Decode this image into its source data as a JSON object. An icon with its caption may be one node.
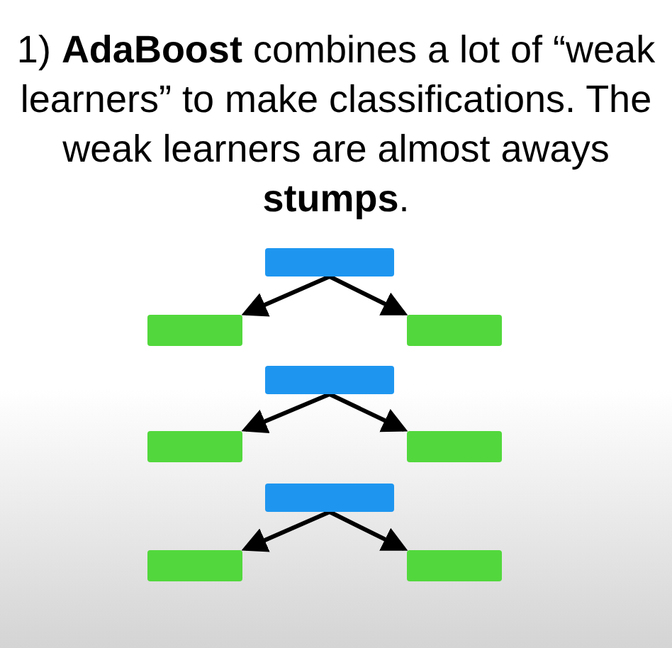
{
  "diagram": {
    "title": "1) **AdaBoost** combines a lot of “weak learners” to make classifications. The weak learners are almost aways **stumps**.",
    "nodes": [
      {
        "text": [],
        "shape": "box"
      },
      {
        "text": [],
        "shape": "box"
      },
      {
        "text": [],
        "shape": "box"
      },
      {
        "text": [],
        "shape": "box"
      },
      {
        "text": [],
        "shape": "box"
      },
      {
        "text": [],
        "shape": "box"
      },
      {
        "text": [],
        "shape": "box"
      },
      {
        "text": [],
        "shape": "box"
      },
      {
        "text": [],
        "shape": "box"
      }
    ],
    "edges": [
      {
        "from": 0,
        "to": 1,
        "arrow": "to"
      },
      {
        "from": 0,
        "to": 2,
        "arrow": "to"
      },
      {
        "from": 3,
        "to": 4,
        "arrow": "to"
      },
      {
        "from": 3,
        "to": 5,
        "arrow": "to"
      },
      {
        "from": 6,
        "to": 7,
        "arrow": "to"
      },
      {
        "from": 6,
        "to": 8,
        "arrow": "to"
      }
    ]
  }
}
